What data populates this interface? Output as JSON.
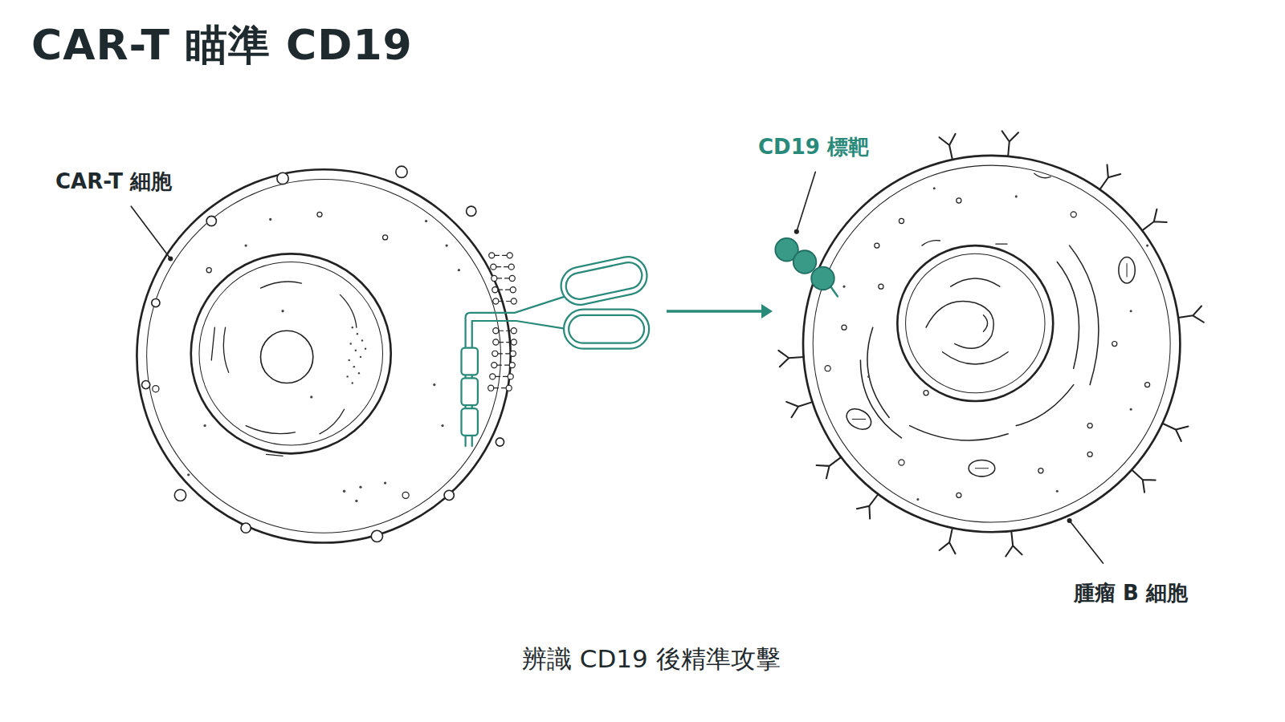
{
  "diagram": {
    "title": "CAR-T 瞄準 CD19",
    "caption": "辨識 CD19 後精準攻擊",
    "nodes": [
      {
        "text": [
          "CAR-T 細胞"
        ]
      },
      {
        "text": [
          "腫瘤 B 細胞"
        ]
      }
    ],
    "edges": [
      {
        "from": 0,
        "to": 1,
        "arrow": "to"
      }
    ],
    "labels": [
      "CD19 標靶"
    ]
  }
}
